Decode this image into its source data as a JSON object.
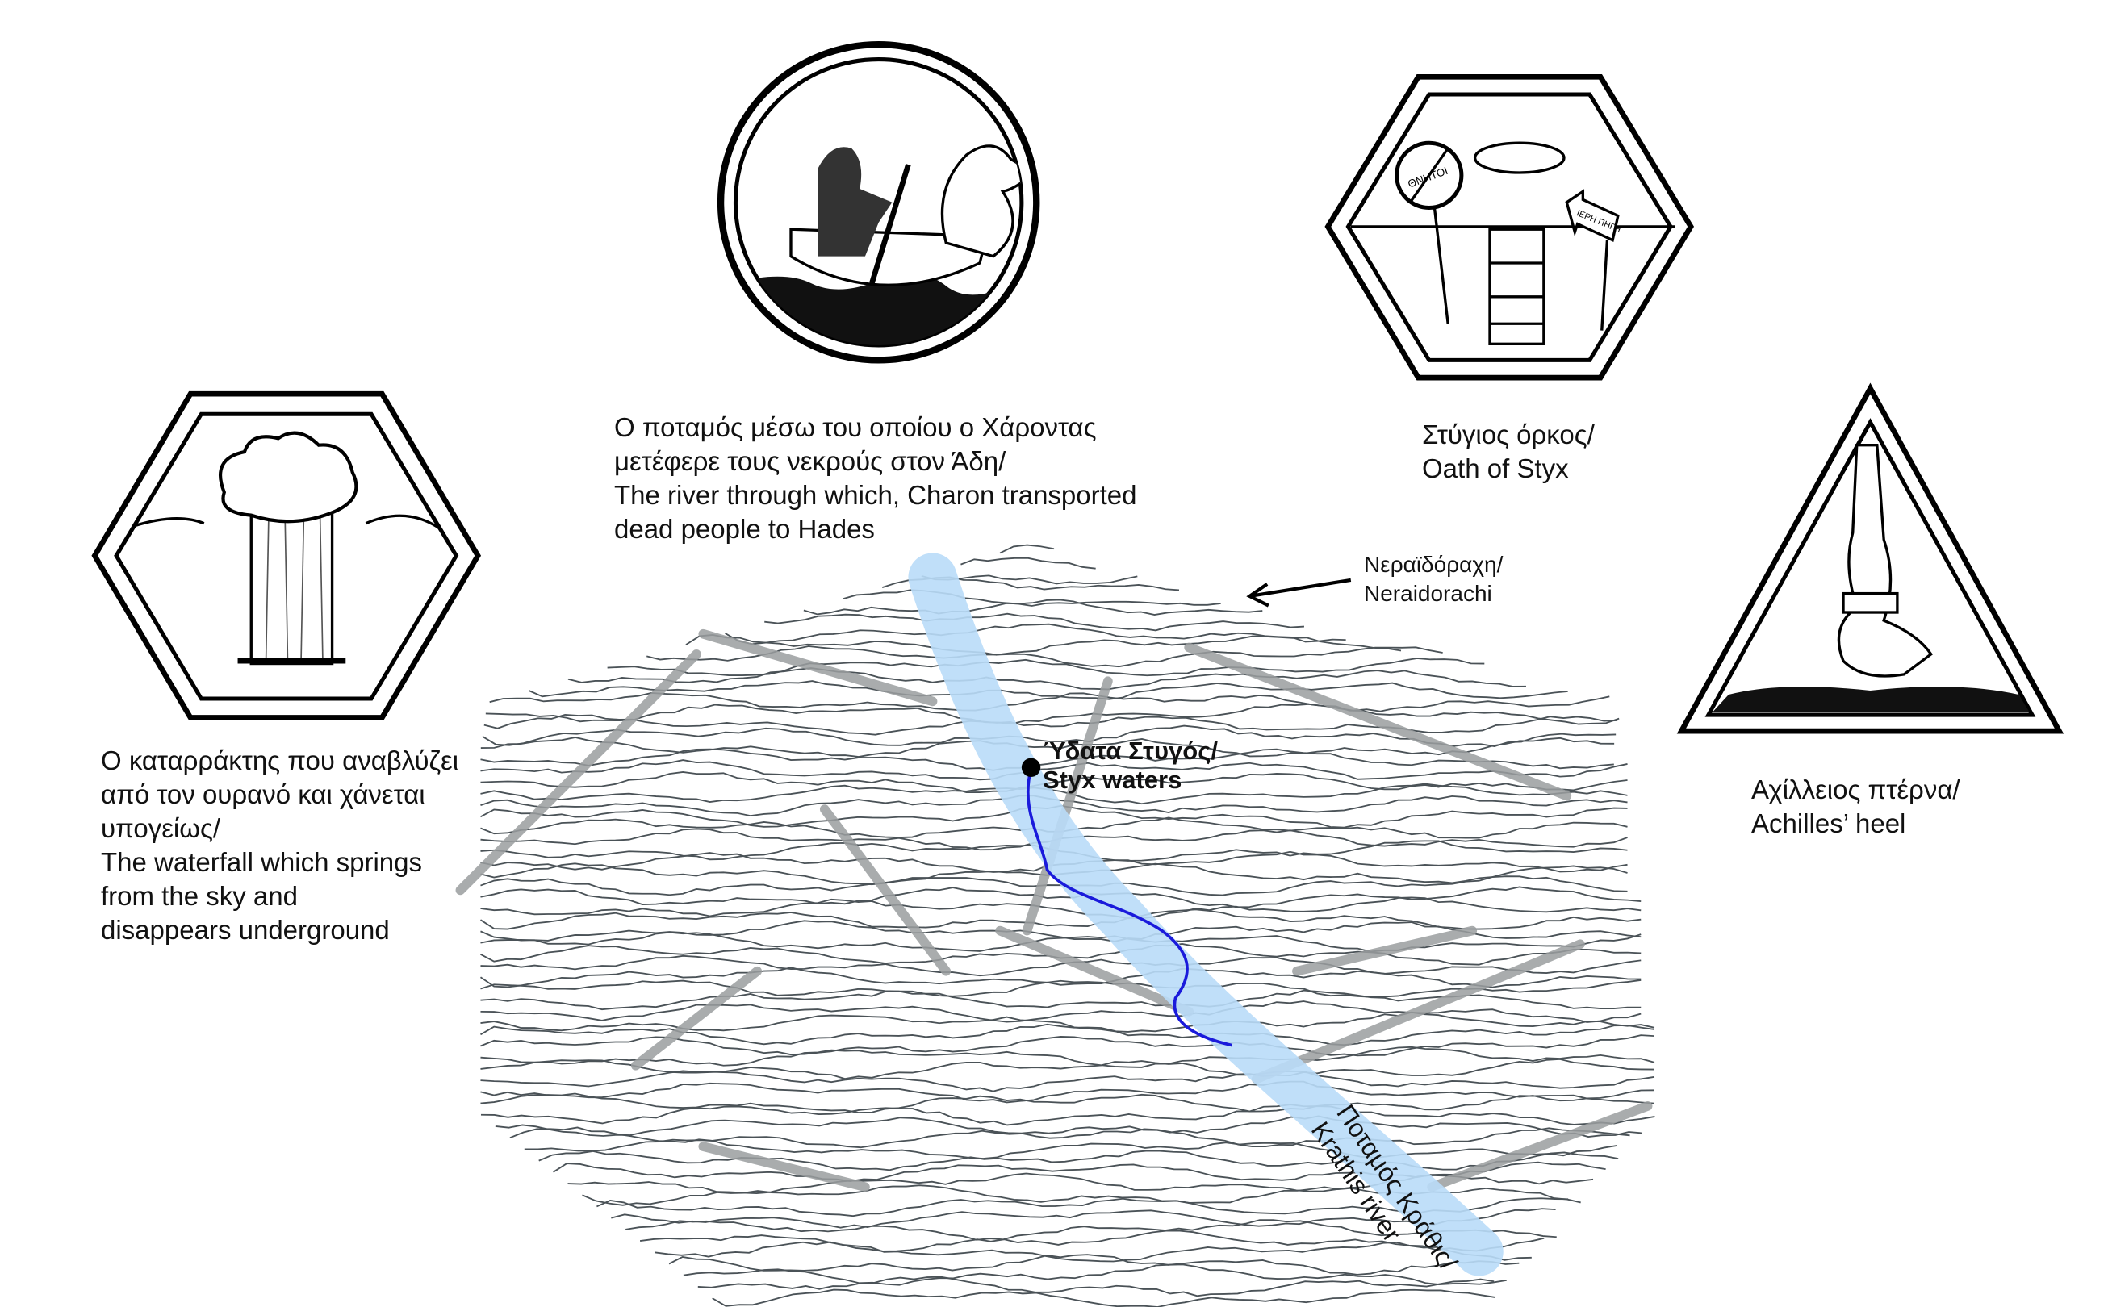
{
  "captions": {
    "charon": {
      "lines": [
        "Ο ποταμός μέσω του οποίου ο Χάροντας",
        "μετέφερε τους νεκρούς στον Άδη/",
        "The river through which, Charon transported",
        "dead people to Hades"
      ]
    },
    "oath": {
      "lines": [
        "Στύγιος όρκος/",
        "Oath of Styx"
      ]
    },
    "waterfall": {
      "lines": [
        "Ο καταρράκτης που αναβλύζει",
        "από τον ουρανό και χάνεται",
        "υπογείως/",
        "The waterfall which springs",
        "from the sky and",
        "disappears underground"
      ]
    },
    "achilles": {
      "lines": [
        "Αχίλλειος πτέρνα/",
        "Achilles’ heel"
      ]
    }
  },
  "map": {
    "neraidorachi": [
      "Νεραϊδόραχη/",
      "Neraidorachi"
    ],
    "styx_waters": [
      "Ύδατα Στυγός/",
      "Styx waters"
    ],
    "krathis": [
      "Ποταμός Κράθις/",
      "Krathis river"
    ]
  },
  "icons": {
    "oath_sign": "ΘΝΗΤΟΙ",
    "oath_arrow_sign": "ΙΕΡΗ ΠΗΓΗ"
  },
  "colors": {
    "river_band": "#b9dcf8",
    "river_line": "#1a1adb",
    "contour": "#4a5257",
    "ridge": "#9a9d9f"
  }
}
